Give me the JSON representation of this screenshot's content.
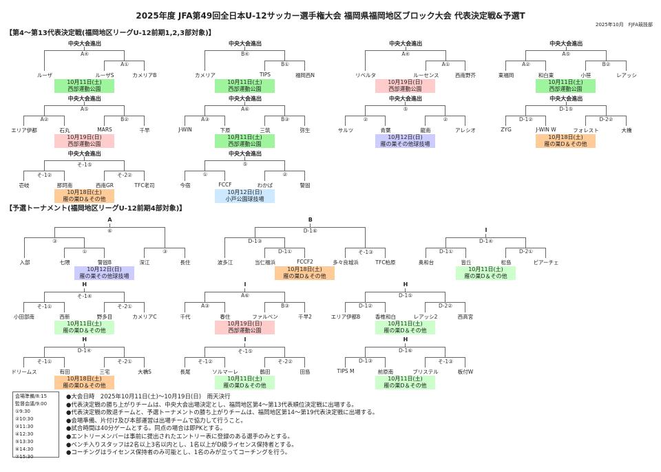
{
  "title": "2025年度 JFA第49回全日本U-12サッカー選手権大会 福岡県福岡地区ブロック大会 代表決定戦&予選T",
  "org": "2025年10月　FJFA競技部",
  "representative": {
    "title": "【第4～第13代表決定戦(福岡地区リーグU-12前期1,2,3部対象)】",
    "brackets": [
      {
        "header": "中央大会進出",
        "tree": {
          "label": "A④",
          "children": [
            "ルーザ",
            {
              "label": "A①",
              "children": [
                "ルーザS",
                "カメリアB"
              ]
            }
          ]
        },
        "date": "10月11日(土)",
        "venue": "西部運動公園",
        "color": "#9ef59e"
      },
      {
        "header": "中央大会進出",
        "tree": {
          "label": "B④",
          "children": [
            "カメリア",
            {
              "label": "B①",
              "children": [
                "TIPS",
                "福岡西N"
              ]
            }
          ]
        },
        "date": "10月11日(土)",
        "venue": "西部運動公園",
        "color": "#9ef59e"
      },
      {
        "header": "中央大会進出",
        "tree": {
          "label": "A④",
          "children": [
            "リベルタ",
            {
              "label": "A①",
              "children": [
                "ルーセンス",
                "西南野芥"
              ]
            }
          ]
        },
        "date": "10月19日(日)",
        "venue": "西部運動公園",
        "color": "#ffcccc"
      },
      {
        "header": "中央大会進出",
        "tree": {
          "label": "A⑤",
          "children": [
            {
              "label": "A②",
              "children": [
                "東福岡",
                "和白東"
              ]
            },
            {
              "label": "B②",
              "children": [
                "小笹",
                "レアッシ"
              ]
            }
          ]
        },
        "date": "10月11日(土)",
        "venue": "西部運動公園",
        "color": "#9ef59e"
      },
      {
        "header": "中央大会進出",
        "tree": {
          "label": "A⑤",
          "children": [
            {
              "label": "A②",
              "children": [
                "エリア伊都",
                "石丸"
              ]
            },
            {
              "label": "B②",
              "children": [
                "MARS",
                "千早"
              ]
            }
          ]
        },
        "date": "10月19日(日)",
        "venue": "西部運動公園",
        "color": "#ffcccc"
      },
      {
        "header": "中央大会進出",
        "tree": {
          "label": "A⑥",
          "children": [
            {
              "label": "A③",
              "children": [
                "J-WIN",
                "下原"
              ]
            },
            {
              "label": "B③",
              "children": [
                "三筑",
                "弥生"
              ]
            }
          ]
        },
        "date": "10月11日(土)",
        "venue": "西部運動公園",
        "color": "#9ef59e"
      },
      {
        "header": "中央大会進出",
        "tree": {
          "label": "⑤",
          "children": [
            {
              "label": "②",
              "children": [
                "サルツ",
                "青葉"
              ]
            },
            {
              "label": "②",
              "children": [
                "龍南",
                "アレシオ"
              ]
            }
          ]
        },
        "date": "10月12日(日)",
        "venue": "雁の巣その他球技場",
        "color": "#ccccff"
      },
      {
        "header": "中央大会進出",
        "tree": {
          "label": "D-1⑤",
          "children": [
            {
              "label": "D-1②",
              "children": [
                "ZYG",
                "J-WIN W"
              ]
            },
            {
              "label": "D-2②",
              "children": [
                "フォレスト",
                "大橋"
              ]
            }
          ]
        },
        "date": "10月18日(土)",
        "venue": "雁の巣D＆その他",
        "color": "#ffcc99"
      },
      {
        "header": "中央大会進出",
        "tree": {
          "label": "そ-1⑤",
          "children": [
            {
              "label": "そ-1②",
              "children": [
                "壱岐",
                "那珂南"
              ]
            },
            {
              "label": "そ-2②",
              "children": [
                "西南GR",
                "TFC老司"
              ]
            }
          ]
        },
        "date": "10月18日(土)",
        "venue": "雁の巣D＆その他",
        "color": "#ffcc99"
      },
      {
        "header": "中央大会進出",
        "tree": {
          "label": "⑤",
          "children": [
            {
              "label": "①",
              "children": [
                "今宿",
                "FCCF"
              ]
            },
            {
              "label": "②",
              "children": [
                "わかば",
                "警固"
              ]
            }
          ]
        },
        "date": "10月12日(日)",
        "venue": "小戸公園球技場",
        "color": "#cce9ff"
      }
    ]
  },
  "prelim": {
    "title": "【予選トーナメント(福岡地区リーグU-12前期4部対象)】",
    "brackets": [
      {
        "header": "A",
        "tree": {
          "label": "⑥",
          "children": [
            {
              "label": "③",
              "children": [
                "入部",
                {
                  "label": "①",
                  "children": [
                    "七隈",
                    "警固B"
                  ]
                }
              ]
            },
            {
              "label": "③",
              "children": [
                "深江",
                "長住"
              ]
            }
          ]
        },
        "date": "10月12日(日)",
        "venue": "雁の巣その他球技場",
        "color": "#ccccff"
      },
      {
        "header": "B",
        "tree": {
          "label": "D-1⑥",
          "children": [
            {
              "label": "D-1③",
              "children": [
                "波多江",
                {
                  "label": "D-1①",
                  "children": [
                    "当仁福浜",
                    "FCCF2"
                  ]
                }
              ]
            },
            {
              "label": "そ-1③",
              "children": [
                "多々良城浜",
                "TFC柏原"
              ]
            }
          ]
        },
        "date": "10月18日(土)",
        "venue": "雁の巣D＆その他",
        "color": "#ffcc99"
      },
      {
        "header": "I",
        "tree": {
          "label": "D-1④",
          "children": [
            {
              "label": "D-1①",
              "children": [
                "奥和台",
                "皆丘"
              ]
            },
            {
              "label": "D-2①",
              "children": [
                "松島",
                "ピアーチェ"
              ]
            }
          ]
        },
        "date": "10月11日(土)",
        "venue": "雁の巣D＆その他",
        "color": "#ccffcc"
      },
      {
        "header": "H",
        "tree": {
          "label": "そ-1④",
          "children": [
            {
              "label": "そ-1①",
              "children": [
                "小田部南",
                "西新"
              ]
            },
            {
              "label": "そ-2①",
              "children": [
                "野多目",
                "カメリアC"
              ]
            }
          ]
        },
        "date": "10月11日(土)",
        "venue": "雁の巣D＆その他",
        "color": "#ccffcc"
      },
      {
        "header": "I",
        "tree": {
          "label": "A⑥",
          "children": [
            {
              "label": "A③",
              "children": [
                "千代",
                "春住"
              ]
            },
            {
              "label": "B③",
              "children": [
                "ファルベン",
                "千早2"
              ]
            }
          ]
        },
        "date": "10月19日(日)",
        "venue": "西部運動公園",
        "color": "#ffcccc"
      },
      {
        "header": "H",
        "tree": {
          "label": "D-1⑤",
          "children": [
            {
              "label": "D-1②",
              "children": [
                "エリア伊都B",
                "香椎和白"
              ]
            },
            {
              "label": "D-2②",
              "children": [
                "レアッシ2",
                "西高宮"
              ]
            }
          ]
        },
        "date": "10月11日(土)",
        "venue": "雁の巣D＆その他",
        "color": "#ccffcc"
      },
      {
        "header": "H",
        "tree": {
          "label": "D-1④",
          "children": [
            {
              "label": "そ-1①",
              "children": [
                "ドリームス",
                "有田"
              ]
            },
            {
              "label": "そ-2①",
              "children": [
                "三宅",
                "大橋S"
              ]
            }
          ]
        },
        "date": "10月18日(土)",
        "venue": "雁の巣D＆その他",
        "color": "#ffcc99"
      },
      {
        "header": "I",
        "tree": {
          "label": "そ-1⑤",
          "children": [
            {
              "label": "そ-1②",
              "children": [
                "長尾",
                "ソルマーレ"
              ]
            },
            {
              "label": "そ-2②",
              "children": [
                "鶴田",
                "田島"
              ]
            }
          ]
        },
        "date": "10月11日(土)",
        "venue": "雁の巣D＆その他",
        "color": "#ccffcc"
      },
      {
        "header": "H",
        "tree": {
          "label": "D-1⑥",
          "children": [
            {
              "label": "D-1③",
              "children": [
                "TIPS M",
                "前原南"
              ]
            },
            {
              "label": "そ-1③",
              "children": [
                "ブリステル",
                "板付W"
              ]
            }
          ]
        },
        "date": "10月11日(土)",
        "venue": "雁の巣D＆その他",
        "color": "#ccffcc"
      }
    ]
  },
  "schedule": [
    "会場準備/8:15",
    "監督会議/9:00",
    "①9:30",
    "②10:30",
    "③11:30",
    "④12:30",
    "⑤13:30",
    "⑥14:30",
    "⑦15:30"
  ],
  "notes": [
    "●大会日時　2025年10月11日(土)～10月19日(日)　雨天決行",
    "●代表決定戦の勝ち上がりチームは、中央大会出場決定とし、福岡地区第4～第13代表順位決定戦に出場する。",
    "●代表決定戦の敗退チームと、予選トーナメントの勝ち上がりチームは、福岡地区第14～第19代表決定戦に出場する。",
    "●会場準備、片付け及び本部運営は出場チームで協力して行うこと。",
    "●試合時間は40分ゲームとする。同点の場合は即PKとする。",
    "●エントリーメンバーは事前に提出されたエントリー表に登録のある選手のみとする。",
    "●ベンチ入りスタッフは2名以上3名以内とし、1名以上がD級ライセンス保持者とする。",
    "●コーチングはライセンス保持者のみ可能とし、1名のみが立ってコーチングを行う。"
  ]
}
